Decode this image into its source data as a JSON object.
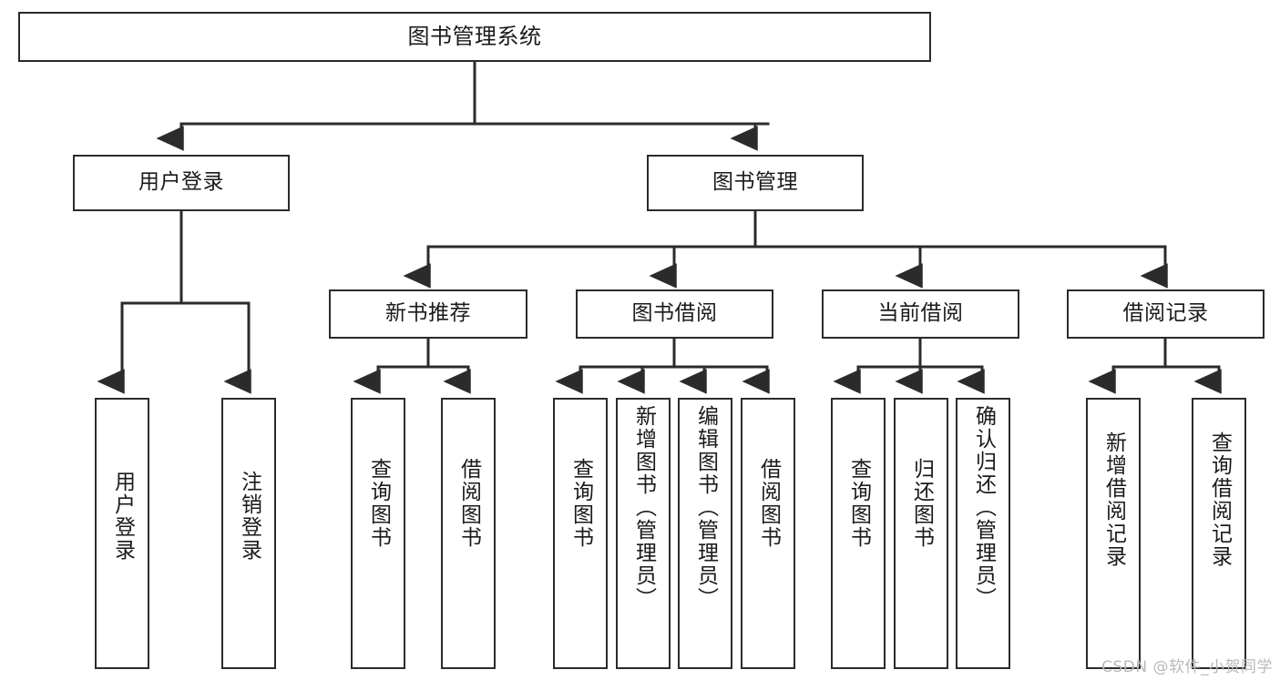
{
  "diagram": {
    "type": "tree-hierarchy-chart",
    "title": "图书管理系统",
    "stroke_color": "#2b2b2b",
    "background_color": "#ffffff",
    "text_color": "#1a1a1a",
    "nodes": {
      "root": {
        "label": "图书管理系统"
      },
      "level2": [
        {
          "label": "用户登录"
        },
        {
          "label": "图书管理"
        }
      ],
      "level3": [
        {
          "label": "新书推荐"
        },
        {
          "label": "图书借阅"
        },
        {
          "label": "当前借阅"
        },
        {
          "label": "借阅记录"
        }
      ],
      "leaves": [
        {
          "label": "用户登录"
        },
        {
          "label": "注销登录"
        },
        {
          "label": "查询图书"
        },
        {
          "label": "借阅图书"
        },
        {
          "label": "查询图书"
        },
        {
          "label": "新增图书（管理员）"
        },
        {
          "label": "编辑图书（管理员）"
        },
        {
          "label": "借阅图书"
        },
        {
          "label": "查询图书"
        },
        {
          "label": "归还图书"
        },
        {
          "label": "确认归还（管理员）"
        },
        {
          "label": "新增借阅记录"
        },
        {
          "label": "查询借阅记录"
        }
      ]
    }
  },
  "watermark": {
    "text": "CSDN @软件_小贺同学"
  }
}
